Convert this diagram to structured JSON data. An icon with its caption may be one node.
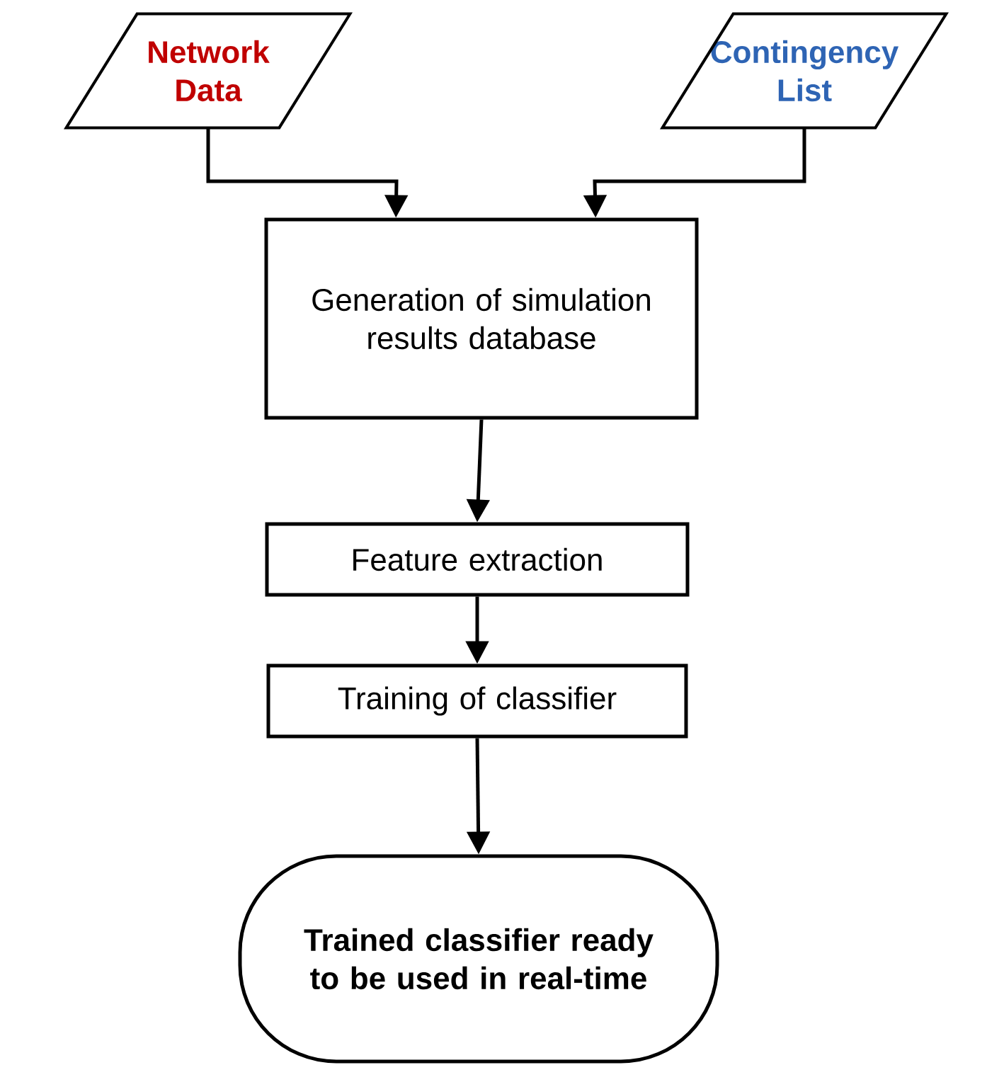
{
  "diagram": {
    "nodes": [
      {
        "text": [
          "Network Data"
        ]
      },
      {
        "text": [
          "Contingency List"
        ]
      },
      {
        "text": [
          "Generation of simulation results database"
        ]
      },
      {
        "text": [
          "Feature extraction"
        ]
      },
      {
        "text": [
          "Training of classifier"
        ]
      },
      {
        "text": [
          "Trained classifier ready to be used in real-time"
        ]
      }
    ],
    "edges": [
      {
        "from": 0,
        "to": 2,
        "arrow": "to"
      },
      {
        "from": 1,
        "to": 2,
        "arrow": "to"
      },
      {
        "from": 2,
        "to": 3,
        "arrow": "to"
      },
      {
        "from": 3,
        "to": 4,
        "arrow": "to"
      },
      {
        "from": 4,
        "to": 5,
        "arrow": "to"
      }
    ]
  }
}
